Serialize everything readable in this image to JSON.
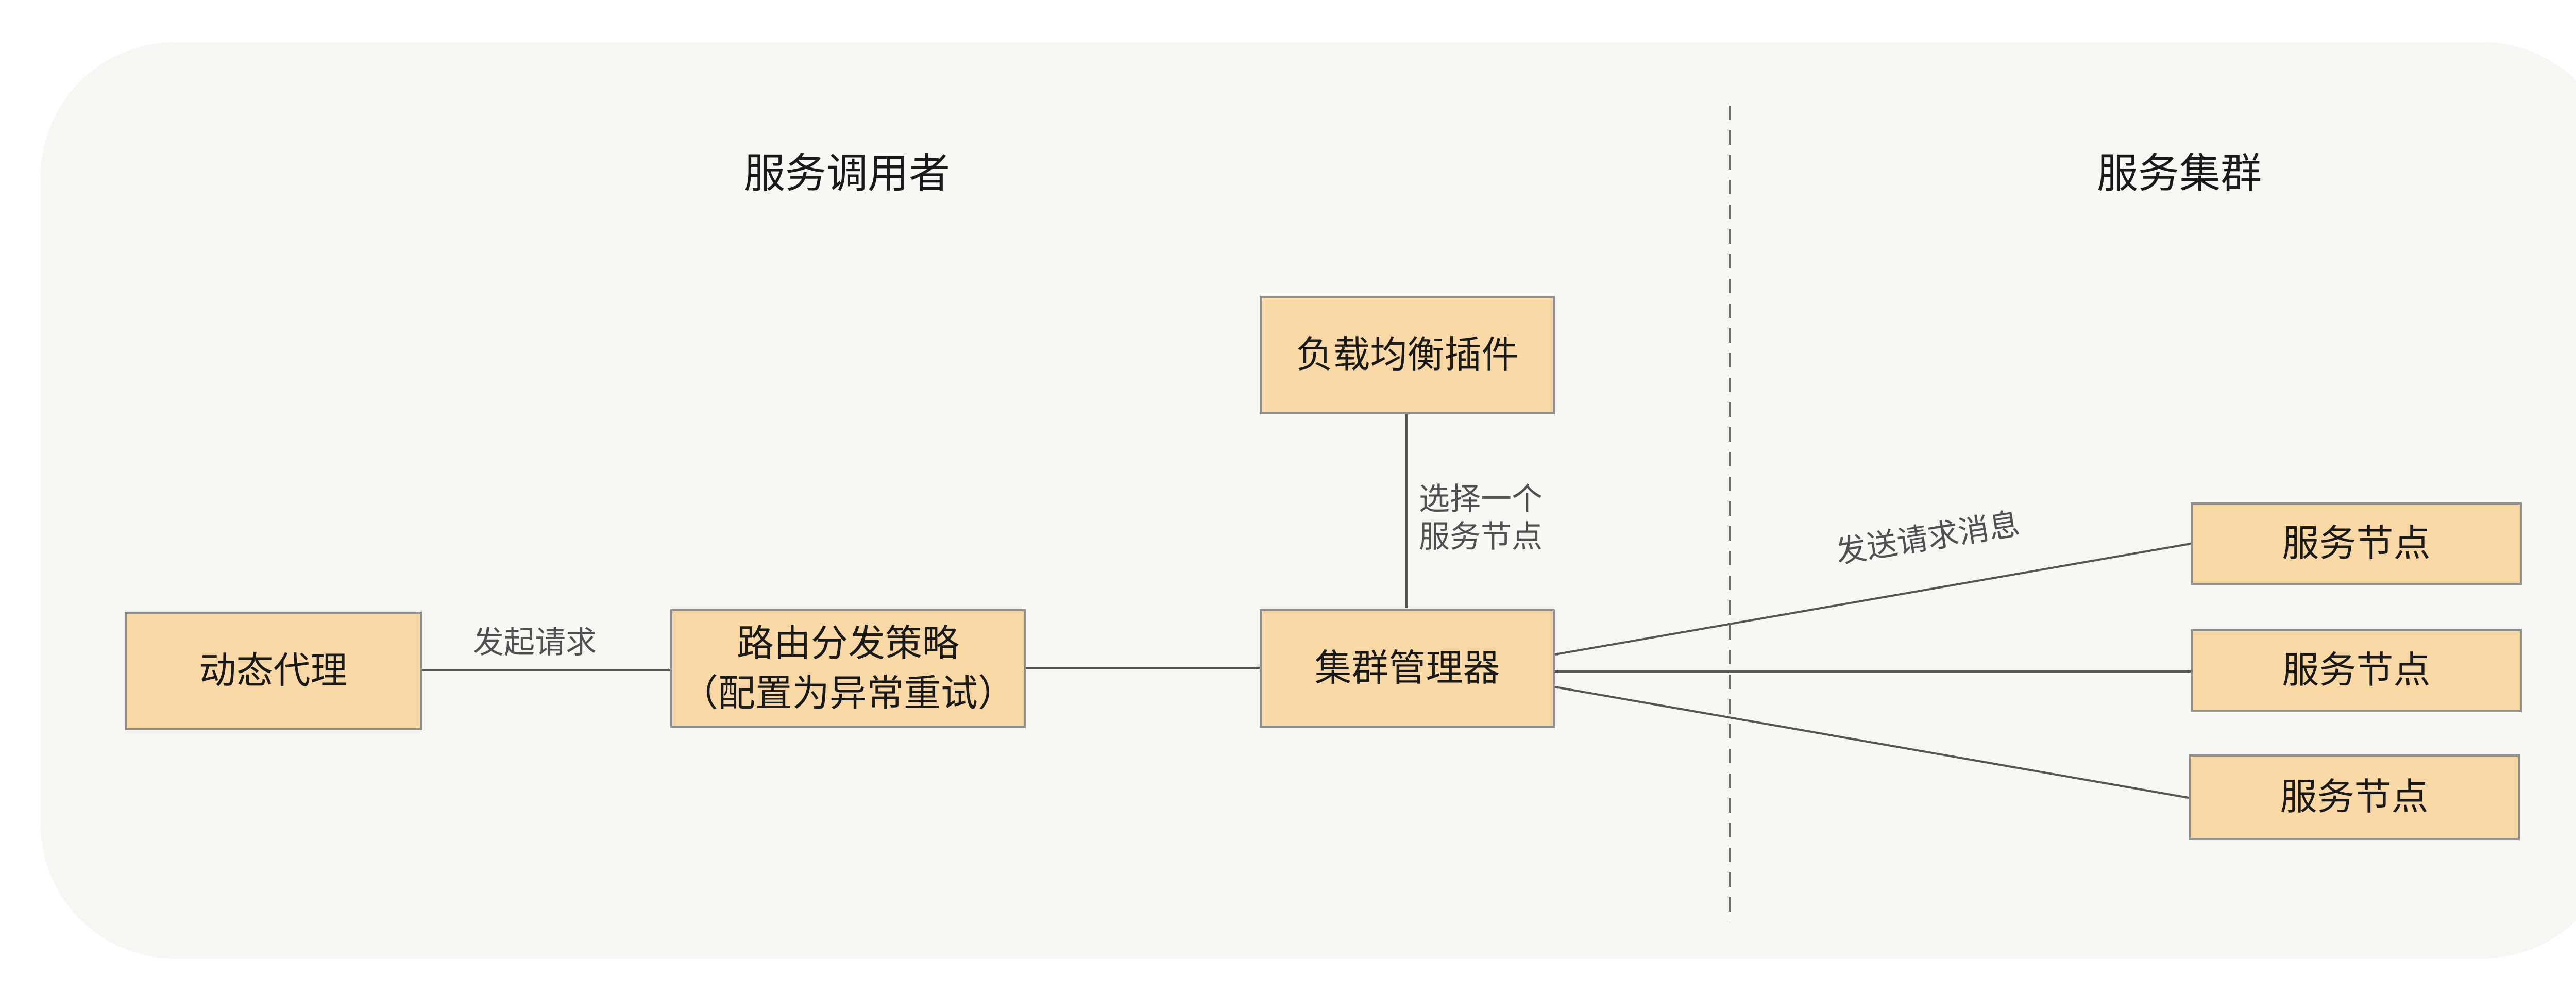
{
  "headings": {
    "caller": "服务调用者",
    "cluster": "服务集群"
  },
  "boxes": {
    "dynamic_proxy": "动态代理",
    "routing_line1": "路由分发策略",
    "routing_line2": "（配置为异常重试）",
    "load_balance": "负载均衡插件",
    "cluster_manager": "集群管理器",
    "service_node_1": "服务节点",
    "service_node_2": "服务节点",
    "service_node_3": "服务节点"
  },
  "edge_labels": {
    "send_request": "发起请求",
    "select_line1": "选择一个",
    "select_line2": "服务节点",
    "send_message": "发送请求消息"
  },
  "colors": {
    "panel": "#f6f6f2",
    "box_fill": "#f8d9a5",
    "box_border": "#8f8f8f",
    "line": "#555555"
  }
}
